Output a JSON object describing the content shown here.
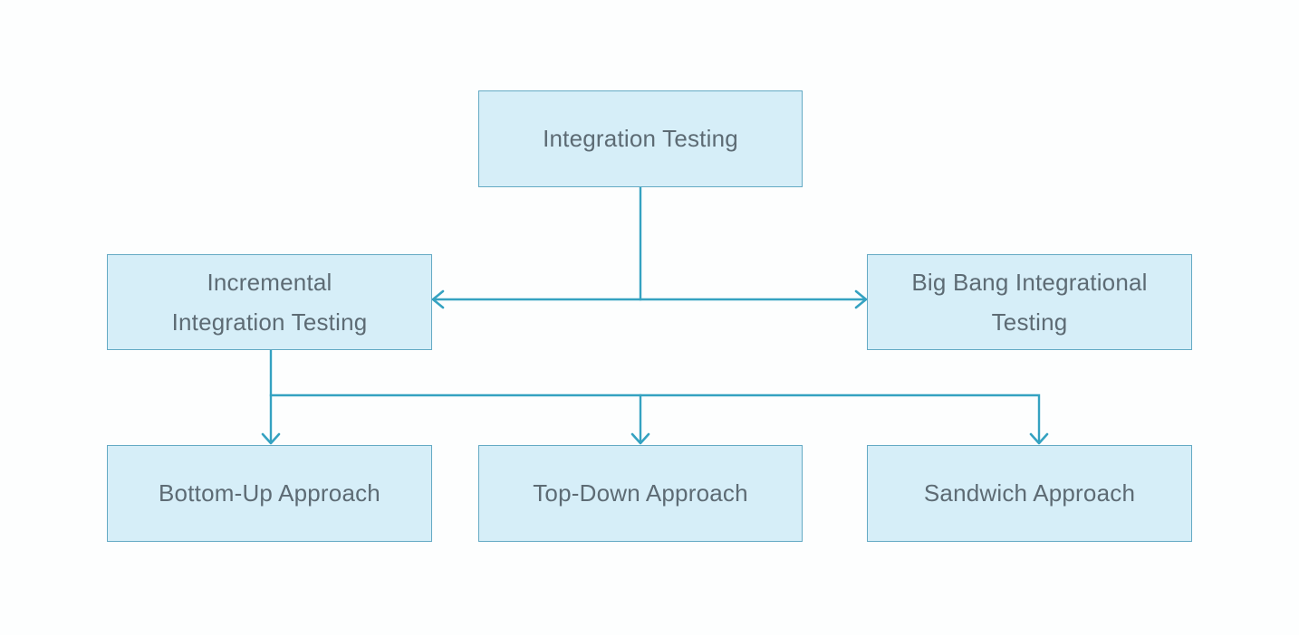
{
  "colors": {
    "canvas_bg": "#fdfefe",
    "node_fill": "#d6eef8",
    "node_border": "#64aac4",
    "connector": "#35a2c1",
    "text": "#5d6b74"
  },
  "diagram": {
    "type": "flowchart",
    "nodes": [
      {
        "id": "integration-testing",
        "label": "Integration Testing"
      },
      {
        "id": "incremental-integration-testing",
        "label": "Incremental\nIntegration Testing"
      },
      {
        "id": "big-bang-integrational-testing",
        "label": "Big Bang Integrational\nTesting"
      },
      {
        "id": "bottom-up-approach",
        "label": "Bottom-Up Approach"
      },
      {
        "id": "top-down-approach",
        "label": "Top-Down Approach"
      },
      {
        "id": "sandwich-approach",
        "label": "Sandwich Approach"
      }
    ],
    "edges": [
      {
        "from": "integration-testing",
        "to": "incremental-integration-testing",
        "arrow": "chevron"
      },
      {
        "from": "integration-testing",
        "to": "big-bang-integrational-testing",
        "arrow": "chevron"
      },
      {
        "from": "incremental-integration-testing",
        "to": "bottom-up-approach",
        "arrow": "chevron"
      },
      {
        "from": "incremental-integration-testing",
        "to": "top-down-approach",
        "arrow": "chevron"
      },
      {
        "from": "incremental-integration-testing",
        "to": "sandwich-approach",
        "arrow": "chevron"
      }
    ]
  }
}
